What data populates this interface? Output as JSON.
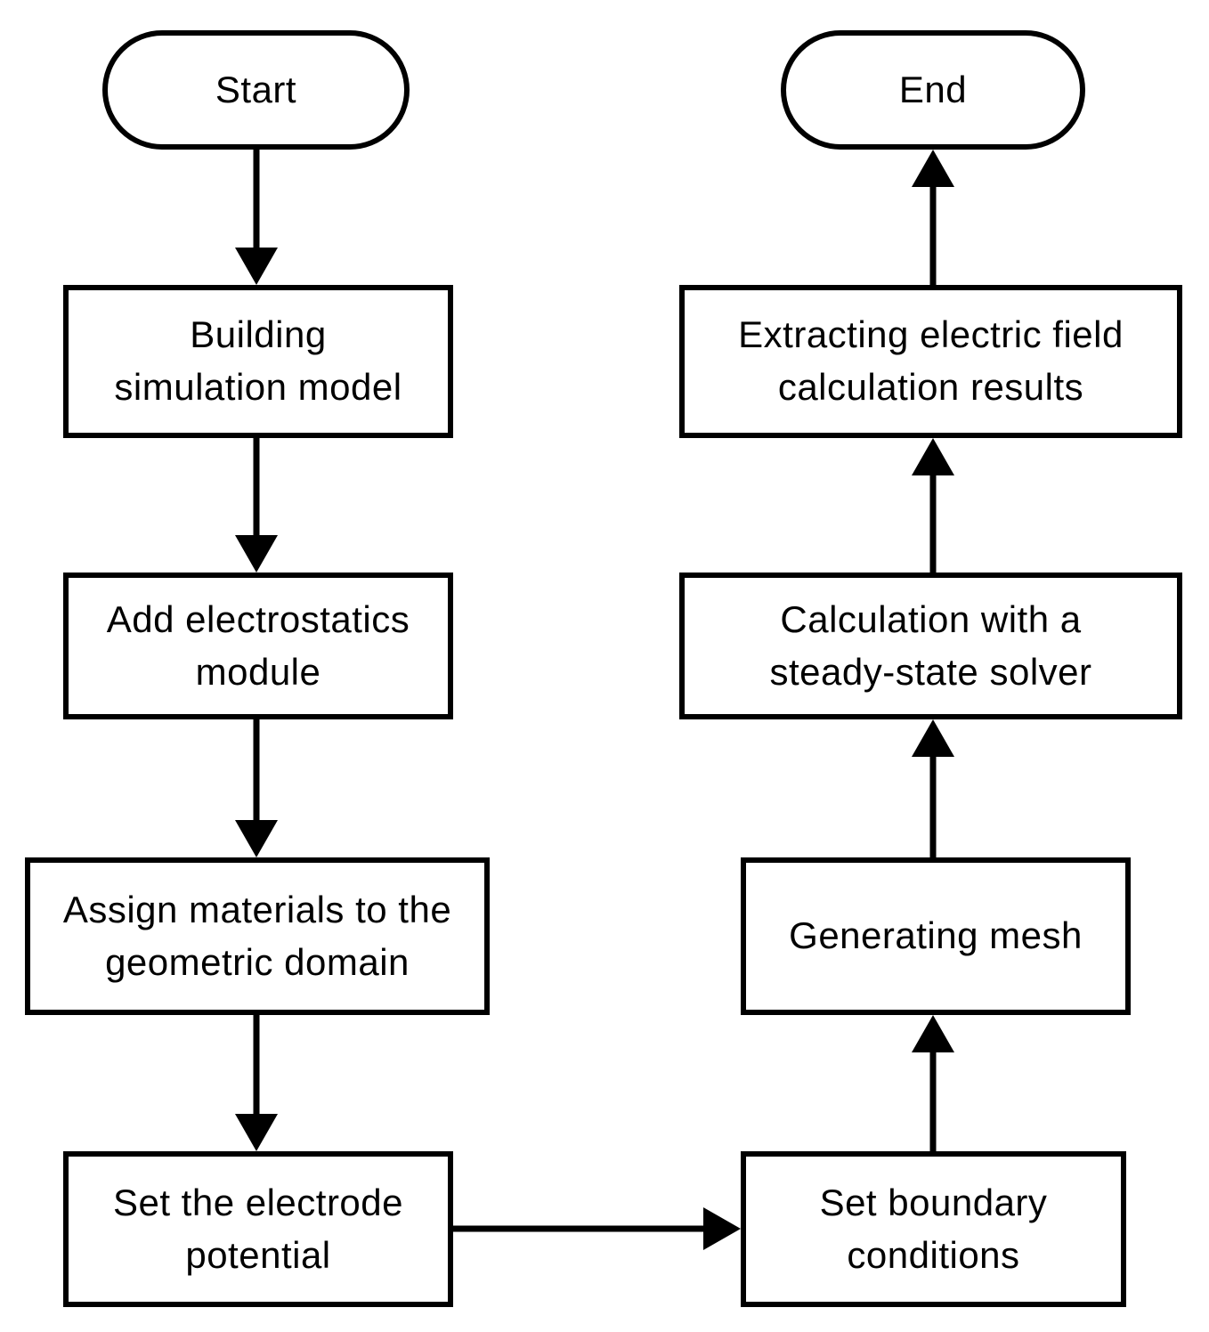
{
  "figure": {
    "type": "flowchart",
    "background_color": "#ffffff",
    "line_color": "#000000",
    "node_fill_color": "#ffffff",
    "text_color": "#000000"
  },
  "nodes": {
    "start": {
      "label": "Start",
      "shape": "terminator"
    },
    "building": {
      "label": "Building\nsimulation model",
      "shape": "process"
    },
    "electrostatics": {
      "label": "Add electrostatics\nmodule",
      "shape": "process"
    },
    "materials": {
      "label": "Assign materials to the\ngeometric domain",
      "shape": "process"
    },
    "electrode": {
      "label": "Set the electrode\npotential",
      "shape": "process"
    },
    "boundary": {
      "label": "Set boundary\nconditions",
      "shape": "process"
    },
    "mesh": {
      "label": "Generating mesh",
      "shape": "process"
    },
    "calculation": {
      "label": "Calculation with a\nsteady-state solver",
      "shape": "process"
    },
    "extracting": {
      "label": "Extracting electric field\ncalculation results",
      "shape": "process"
    },
    "end": {
      "label": "End",
      "shape": "terminator"
    }
  },
  "edges": [
    {
      "from": "start",
      "to": "building",
      "direction": "down"
    },
    {
      "from": "building",
      "to": "electrostatics",
      "direction": "down"
    },
    {
      "from": "electrostatics",
      "to": "materials",
      "direction": "down"
    },
    {
      "from": "materials",
      "to": "electrode",
      "direction": "down"
    },
    {
      "from": "electrode",
      "to": "boundary",
      "direction": "right"
    },
    {
      "from": "boundary",
      "to": "mesh",
      "direction": "up"
    },
    {
      "from": "mesh",
      "to": "calculation",
      "direction": "up"
    },
    {
      "from": "calculation",
      "to": "extracting",
      "direction": "up"
    },
    {
      "from": "extracting",
      "to": "end",
      "direction": "up"
    }
  ]
}
